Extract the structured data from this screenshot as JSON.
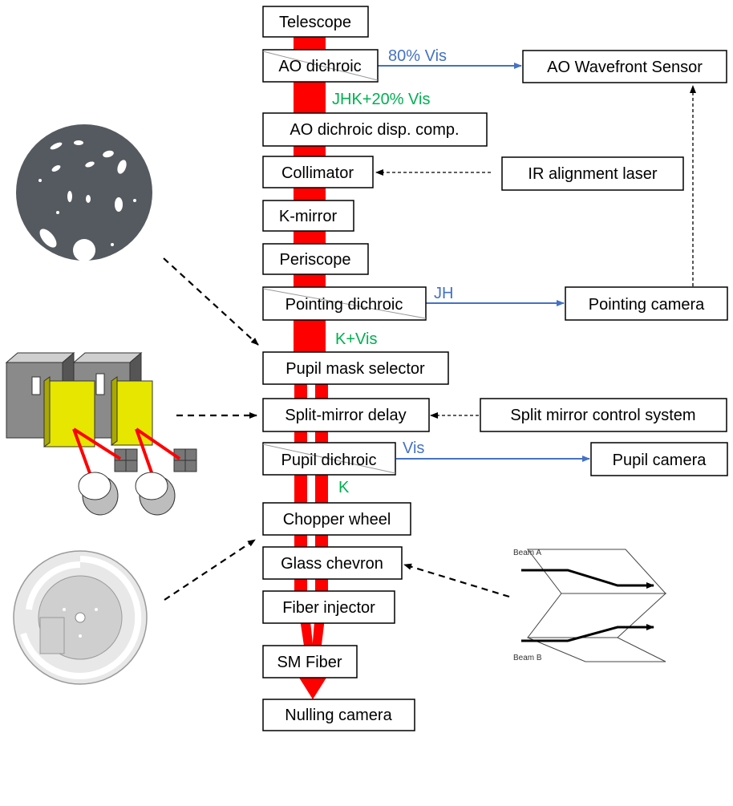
{
  "colors": {
    "beam": "#FF0000",
    "blue_arrow": "#4472C4",
    "green_text": "#00B050",
    "plate": "#555A60",
    "mirror": "#E6E600"
  },
  "components": {
    "telescope": "Telescope",
    "ao_dichroic": "AO dichroic",
    "ao_wfs": "AO Wavefront Sensor",
    "ao_disp": "AO dichroic disp. comp.",
    "collimator": "Collimator",
    "ir_laser": "IR alignment laser",
    "kmirror": "K-mirror",
    "periscope": "Periscope",
    "pointing_dichroic": "Pointing dichroic",
    "pointing_camera": "Pointing camera",
    "pupil_mask": "Pupil mask selector",
    "split_delay": "Split-mirror delay",
    "split_control": "Split mirror control system",
    "pupil_dichroic": "Pupil dichroic",
    "pupil_camera": "Pupil camera",
    "chopper": "Chopper wheel",
    "chevron": "Glass chevron",
    "fiber_injector": "Fiber injector",
    "sm_fiber": "SM Fiber",
    "nulling_camera": "Nulling camera"
  },
  "beam_labels": {
    "vis80": "80% Vis",
    "jhk20": "JHK+20% Vis",
    "jh": "JH",
    "kvis": "K+Vis",
    "vis": "Vis",
    "k": "K"
  },
  "chevron_labels": {
    "beam_a": "Beam A",
    "beam_b": "Beam B"
  }
}
